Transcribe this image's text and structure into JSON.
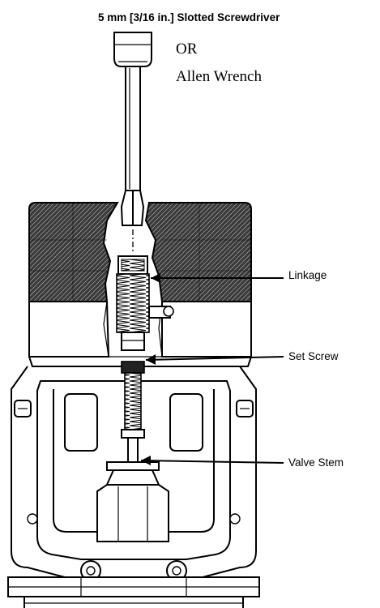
{
  "labels": {
    "tool": "5 mm [3/16 in.] Slotted Screwdriver",
    "or": "OR",
    "alt_tool": "Allen Wrench",
    "linkage": "Linkage",
    "set_screw": "Set Screw",
    "valve_stem": "Valve Stem"
  }
}
